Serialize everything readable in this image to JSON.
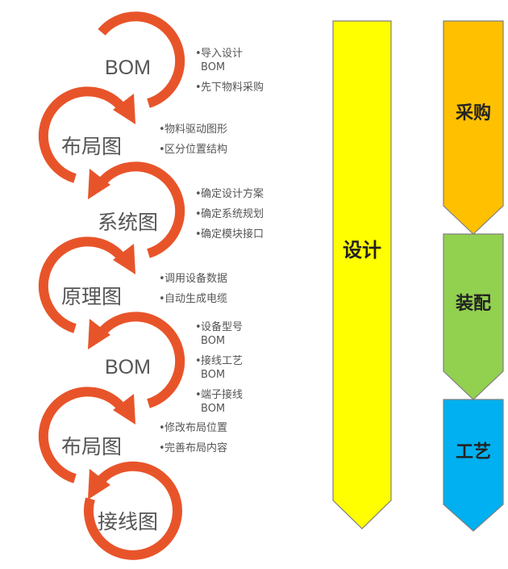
{
  "colors": {
    "arrow": "#e8542a",
    "label_text": "#555555",
    "note_text": "#555555",
    "design": "#ffff00",
    "purchase": "#ffc000",
    "assembly": "#92d050",
    "process": "#00b0f0",
    "outline": "#7f7f7f"
  },
  "steps": [
    {
      "label": "BOM",
      "notes": [
        [
          "导入设计",
          "BOM"
        ],
        [
          "先下物料采购"
        ]
      ]
    },
    {
      "label": "布局图",
      "notes": [
        [
          "物料驱动图形"
        ],
        [
          "区分位置结构"
        ]
      ]
    },
    {
      "label": "系统图",
      "notes": [
        [
          "确定设计方案"
        ],
        [
          "确定系统规划"
        ],
        [
          "确定模块接口"
        ]
      ]
    },
    {
      "label": "原理图",
      "notes": [
        [
          "调用设备数据"
        ],
        [
          "自动生成电缆"
        ]
      ]
    },
    {
      "label": "BOM",
      "notes": [
        [
          "设备型号",
          "BOM"
        ],
        [
          "接线工艺",
          "BOM"
        ],
        [
          "端子接线",
          "BOM"
        ]
      ]
    },
    {
      "label": "布局图",
      "notes": [
        [
          "修改布局位置"
        ],
        [
          "完善布局内容"
        ]
      ]
    },
    {
      "label": "接线图",
      "notes": []
    }
  ],
  "phases": {
    "design": "设计",
    "purchase": "采购",
    "assembly": "装配",
    "process": "工艺"
  }
}
